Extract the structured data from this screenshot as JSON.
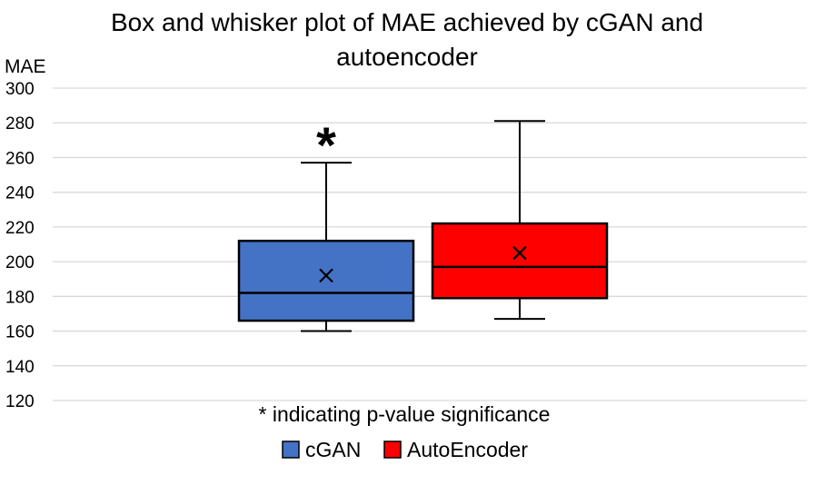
{
  "chart_data": {
    "type": "box",
    "title_lines": [
      "Box and whisker plot of MAE achieved by cGAN and",
      "autoencoder"
    ],
    "ylabel": "MAE",
    "ylim": [
      120,
      300
    ],
    "yticks": [
      "120",
      "140",
      "160",
      "180",
      "200",
      "220",
      "240",
      "260",
      "280",
      "300"
    ],
    "grid": true,
    "series": [
      {
        "name": "cGAN",
        "color": "#4472C4",
        "min": 160,
        "q1": 166,
        "median": 182,
        "q3": 212,
        "max": 257,
        "mean": 192,
        "annotation": "*"
      },
      {
        "name": "AutoEncoder",
        "color": "#FF0000",
        "min": 167,
        "q1": 179,
        "median": 197,
        "q3": 222,
        "max": 281,
        "mean": 205,
        "annotation": ""
      }
    ],
    "note": "* indicating p-value significance",
    "legend_position": "bottom"
  }
}
